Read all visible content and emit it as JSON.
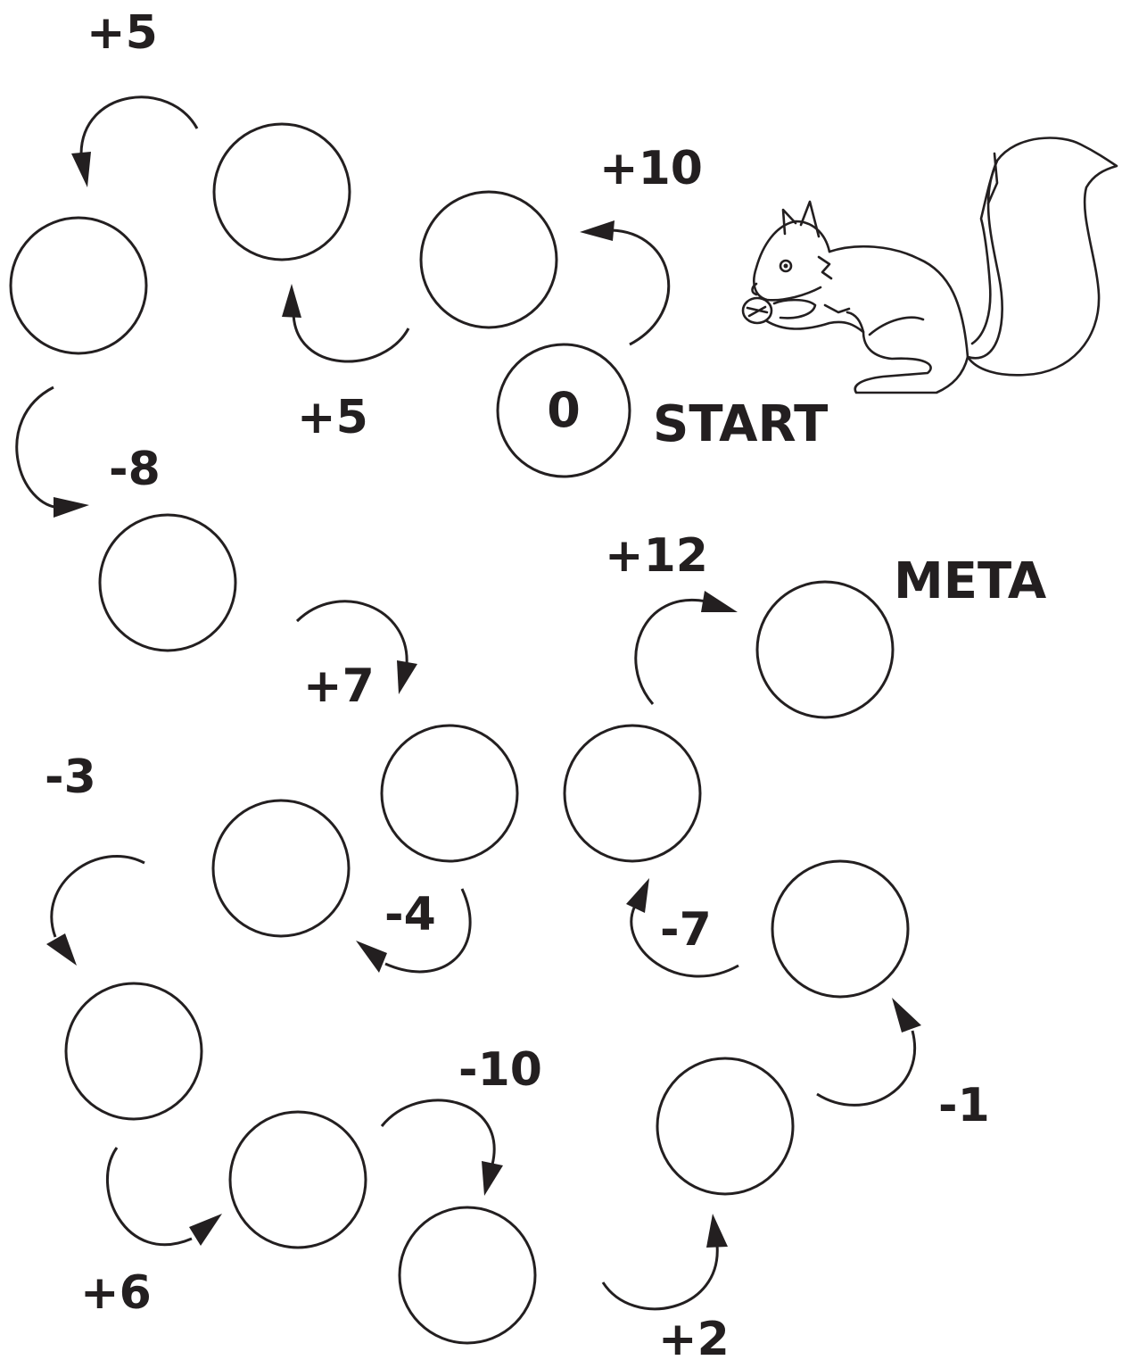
{
  "start_label": "START",
  "finish_label": "META",
  "start_value": "0",
  "operations": [
    "+10",
    "+5",
    "+5",
    "-8",
    "+7",
    "-4",
    "-3",
    "+6",
    "-10",
    "+2",
    "-1",
    "-7",
    "+12"
  ],
  "illustration": "squirrel-holding-acorn",
  "ink_color": "#231f20"
}
